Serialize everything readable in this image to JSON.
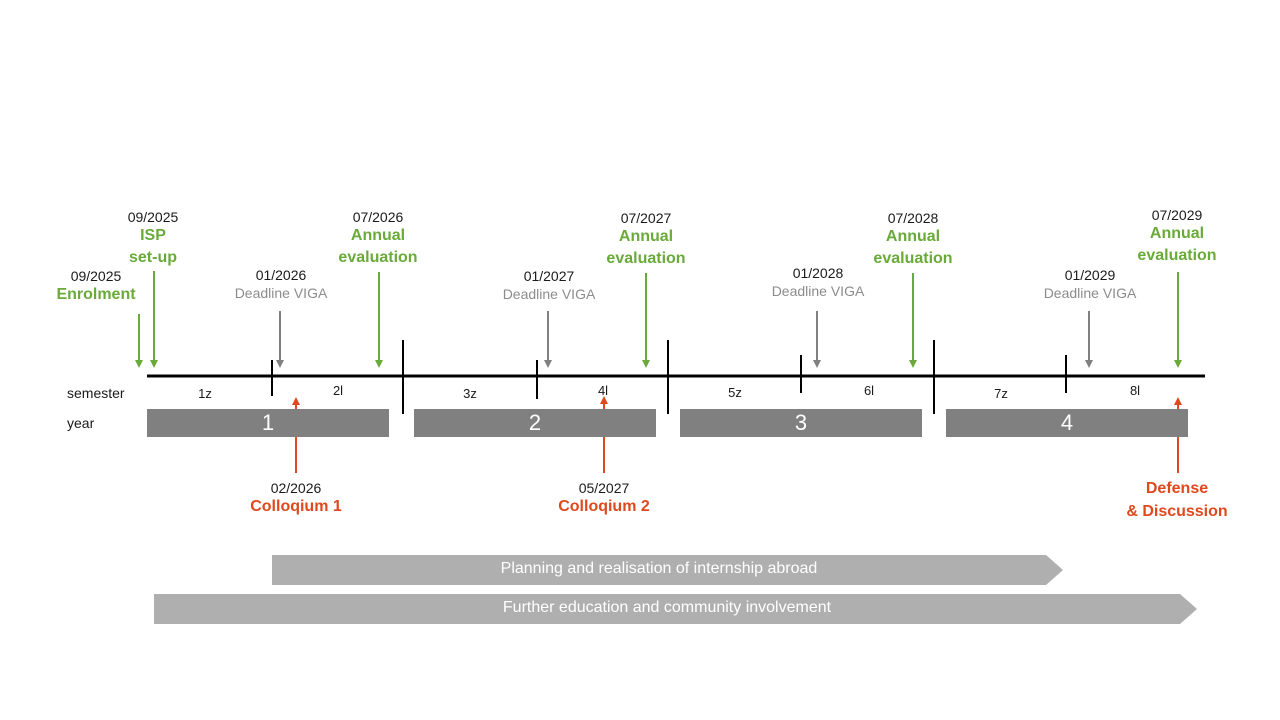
{
  "row_labels": {
    "semester": "semester",
    "year": "year"
  },
  "semesters": [
    "1z",
    "2l",
    "3z",
    "4l",
    "5z",
    "6l",
    "7z",
    "8l"
  ],
  "years": [
    "1",
    "2",
    "3",
    "4"
  ],
  "milestones_top": {
    "enrolment": {
      "date": "09/2025",
      "title": "Enrolment"
    },
    "isp": {
      "date": "09/2025",
      "title_line1": "ISP",
      "title_line2": "set-up"
    },
    "eval_2026": {
      "date": "07/2026",
      "title_line1": "Annual",
      "title_line2": "evaluation"
    },
    "eval_2027": {
      "date": "07/2027",
      "title_line1": "Annual",
      "title_line2": "evaluation"
    },
    "eval_2028": {
      "date": "07/2028",
      "title_line1": "Annual",
      "title_line2": "evaluation"
    },
    "eval_2029": {
      "date": "07/2029",
      "title_line1": "Annual",
      "title_line2": "evaluation"
    },
    "viga_2026": {
      "date": "01/2026",
      "title": "Deadline VIGA"
    },
    "viga_2027": {
      "date": "01/2027",
      "title": "Deadline VIGA"
    },
    "viga_2028": {
      "date": "01/2028",
      "title": "Deadline VIGA"
    },
    "viga_2029": {
      "date": "01/2029",
      "title": "Deadline VIGA"
    }
  },
  "milestones_bottom": {
    "colloquium1": {
      "date": "02/2026",
      "title": "Colloqium 1"
    },
    "colloquium2": {
      "date": "05/2027",
      "title": "Colloqium 2"
    },
    "defense": {
      "title_line1": "Defense",
      "title_line2": "& Discussion"
    }
  },
  "bands": {
    "internship": "Planning and realisation of internship abroad",
    "education": "Further education and community involvement"
  },
  "colors": {
    "green": "#6aaa3a",
    "red": "#e0481e",
    "grey_text": "#8c8c8c",
    "grey_arrow": "#808080",
    "year_bar": "#808080",
    "band": "#afafaf",
    "axis": "#000000"
  }
}
